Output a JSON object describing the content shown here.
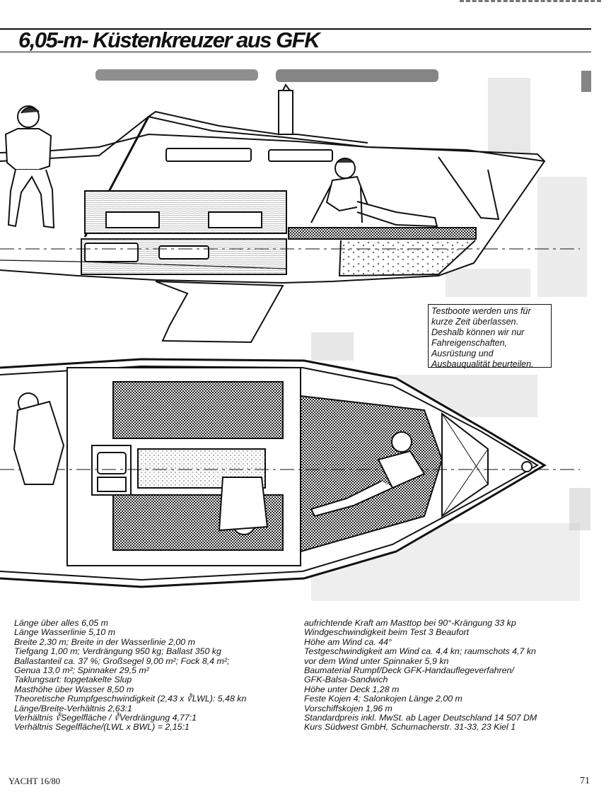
{
  "page": {
    "title": "6,05-m- Küstenkreuzer aus GFK",
    "footer_left": "YACHT 16/80",
    "page_number": "71"
  },
  "infobox": {
    "text": "Testboote werden uns für kurze Zeit überlassen. Deshalb können wir nur Fahreigenschaften, Ausrüstung und Ausbauqualität beurteilen."
  },
  "specs_left": [
    "Länge über alles 6,05 m",
    "Länge Wasserlinie 5,10 m",
    "Breite 2,30 m; Breite in der Wasserlinie 2,00 m",
    "Tiefgang 1,00 m; Verdrängung 950 kg; Ballast 350 kg",
    "Ballastanteil ca. 37 %; Großsegel 9,00 m²; Fock 8,4 m²;",
    "Genua 13,0 m²; Spinnaker 29,5 m²",
    "Taklungsart: topgetakelte Slup",
    "Masthöhe über Wasser 8,50 m",
    "Theoretische Rumpfgeschwindigkeit (2,43 x ∛LWL): 5,48 kn",
    "Länge/Breite-Verhältnis 2,63:1",
    "Verhältnis ∛Segelfläche / ∛Verdrängung 4,77:1",
    "Verhältnis Segelfläche/(LWL x BWL) = 2,15:1"
  ],
  "specs_right": [
    "aufrichtende Kraft am Masttop bei 90°-Krängung 33 kp",
    "Windgeschwindigkeit beim Test 3 Beaufort",
    "Höhe am Wind ca. 44°",
    "Testgeschwindigkeit am Wind ca. 4,4 kn; raumschots 4,7 kn",
    "vor dem Wind unter Spinnaker 5,9 kn",
    "Baumaterial Rumpf/Deck GFK-Handauflegeverfahren/",
    "GFK-Balsa-Sandwich",
    "Höhe unter Deck 1,28 m",
    "Feste Kojen 4; Salonkojen Länge 2,00 m",
    "Vorschiffskojen 1,96 m",
    "Standardpreis inkl. MwSt. ab Lager Deutschland 14 507 DM",
    "Kurs Südwest GmbH, Schumacherstr. 31-33, 23 Kiel 1"
  ]
}
